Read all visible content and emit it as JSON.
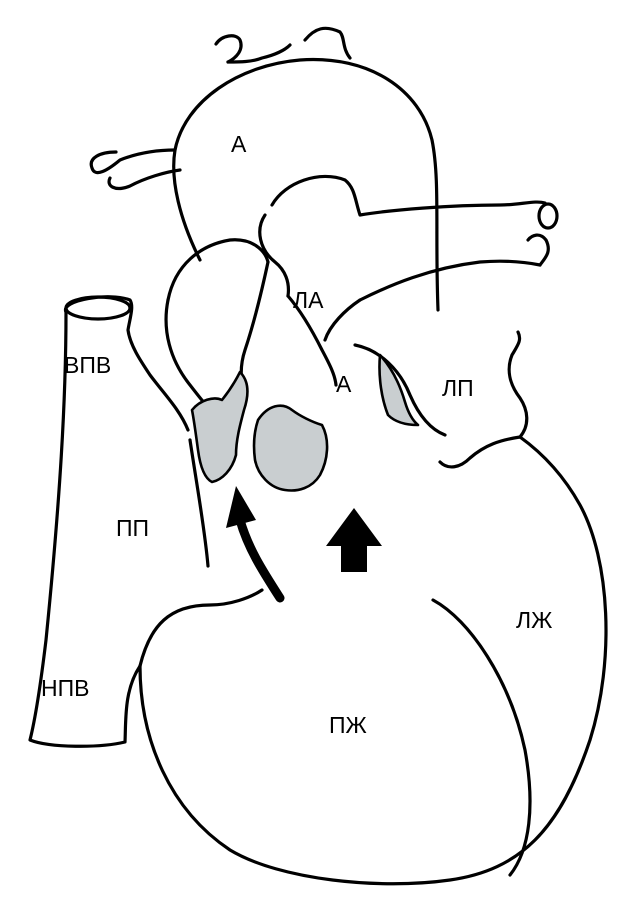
{
  "labels": {
    "aorta_top": "А",
    "pulmonary_artery": "ЛА",
    "aorta_inner": "А",
    "superior_vena_cava": "ВПВ",
    "right_atrium": "ПП",
    "left_atrium": "ЛП",
    "left_ventricle": "ЛЖ",
    "inferior_vena_cava": "НПВ",
    "right_ventricle": "ПЖ"
  },
  "colors": {
    "stroke": "#000000",
    "shaded_region": "#c9ced0",
    "background": "#ffffff"
  }
}
